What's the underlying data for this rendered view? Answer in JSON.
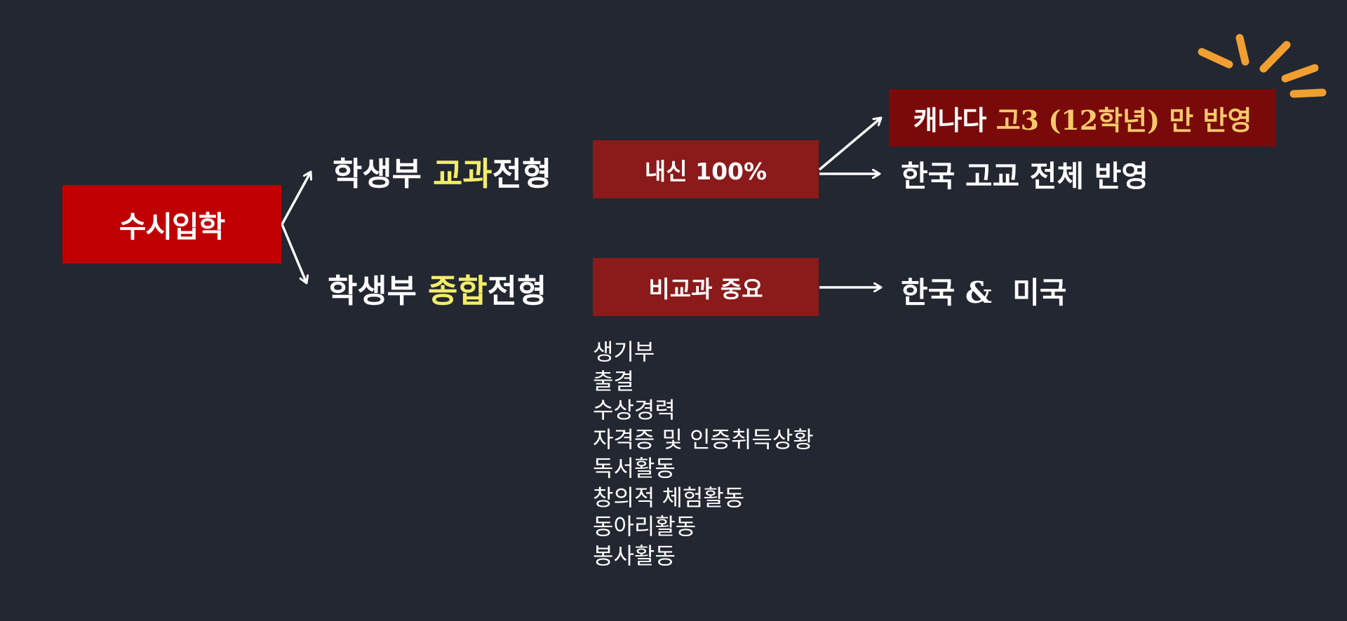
{
  "root": {
    "label": "수시입학"
  },
  "tracks": [
    {
      "prefix": "학생부 ",
      "highlight": "교과",
      "suffix": "전형",
      "criteria": "내신 100%",
      "outcomes": [
        {
          "parts": [
            "캐나다 ",
            "고3 (12학년) 만 반영"
          ]
        },
        {
          "text": "한국 고교 전체 반영"
        }
      ]
    },
    {
      "prefix": "학생부 ",
      "highlight": "종합",
      "suffix": "전형",
      "criteria": "비교과 중요",
      "outcomes": [
        {
          "text": "한국 &  미국"
        }
      ],
      "items": [
        "생기부",
        "출결",
        "수상경력",
        "자격증 및 인증취득상황",
        "독서활동",
        "창의적 체험활동",
        "동아리활동",
        "봉사활동"
      ]
    }
  ],
  "colors": {
    "background": "#232731",
    "root_box": "#c00000",
    "criteria_box": "#8b1a1a",
    "highlight_box": "#7a0a0a",
    "highlight_text": "#f3ec6a",
    "highlight_text_alt": "#f6c96a",
    "burst": "#f0a030"
  },
  "icons": [
    "sparkle-burst-icon"
  ]
}
